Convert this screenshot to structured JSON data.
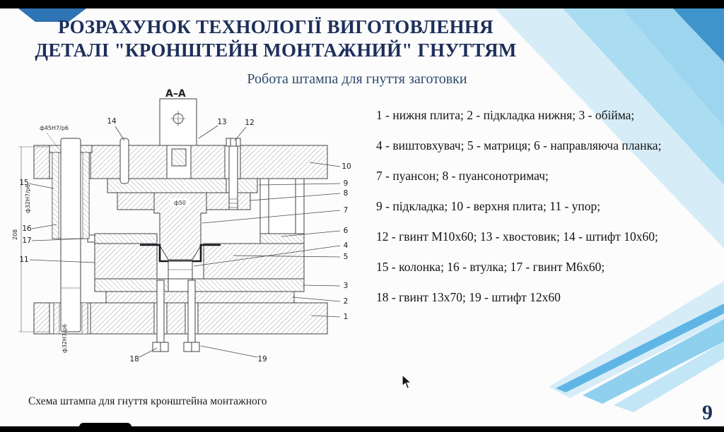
{
  "slide": {
    "title_line1": "РОЗРАХУНОК ТЕХНОЛОГІЇ ВИГОТОВЛЕННЯ",
    "title_line2": "ДЕТАЛІ \"КРОНШТЕЙН МОНТАЖНИЙ\" ГНУТТЯМ",
    "subtitle": "Робота штампа для гнуття заготовки",
    "caption": "Схема штампа для гнуття кронштейна монтажного",
    "page_number": "9"
  },
  "legend": {
    "lines": [
      "1 - нижня плита; 2 - підкладка нижня; 3 - обійма;",
      "4 - виштовхувач; 5 - матриця; 6 - направляюча планка;",
      "7 - пуансон; 8 - пуансонотримач;",
      "9 - підкладка; 10 - верхня плита; 11 - упор;",
      "12 - гвинт М10х60; 13 - хвостовик; 14 - штифт 10х60;",
      "15 - колонка; 16 - втулка; 17 - гвинт М6х60;",
      "18 - гвинт 13х70; 19 - штифт 12х60"
    ]
  },
  "drawing": {
    "dims": {
      "section": "А–А",
      "d45": "ф45H7/р6",
      "d32_left": "ф32H7/р6",
      "h208": "208",
      "d32_bottom": "ф32H7/р6",
      "d50": "ф50"
    },
    "callouts": [
      "1",
      "2",
      "3",
      "4",
      "5",
      "6",
      "7",
      "8",
      "9",
      "10",
      "11",
      "12",
      "13",
      "14",
      "15",
      "16",
      "17",
      "18",
      "19"
    ]
  },
  "colors": {
    "title": "#1d2f5a",
    "accent": "#2f88c5",
    "ribbon_light": "#d6edf8",
    "ribbon_mid": "#8fd0ee"
  }
}
